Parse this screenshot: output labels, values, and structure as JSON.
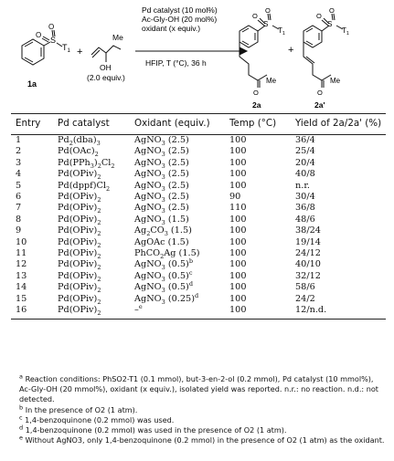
{
  "scheme": {
    "substrate1_label": "1a",
    "t1": "T",
    "t1_sub": "1",
    "so2_s": "S",
    "so2_o": "O",
    "me": "Me",
    "oh": "OH",
    "equiv_note": "(2.0 equiv.)",
    "plus": "+",
    "cond_line1": "Pd catalyst (10 mol%)",
    "cond_line2": "Ac-Gly-OH (20 mol%)",
    "cond_line3": "oxidant (x equiv.)",
    "cond_line4": "HFIP, T (°C), 36 h",
    "product1_label": "2a",
    "product2_label": "2a'"
  },
  "table": {
    "headers": [
      "Entry",
      "Pd catalyst",
      "Oxidant (equiv.)",
      "Temp (°C)",
      "Yield of 2a/2a' (%)"
    ],
    "rows": [
      [
        "1",
        "Pd2(dba)3",
        "AgNO3 (2.5)",
        "100",
        "36/4"
      ],
      [
        "2",
        "Pd(OAc)2",
        "AgNO3 (2.5)",
        "100",
        "25/4"
      ],
      [
        "3",
        "Pd(PPh3)2Cl2",
        "AgNO3 (2.5)",
        "100",
        "20/4"
      ],
      [
        "4",
        "Pd(OPiv)2",
        "AgNO3 (2.5)",
        "100",
        "40/8"
      ],
      [
        "5",
        "Pd(dppf)Cl2",
        "AgNO3 (2.5)",
        "100",
        "n.r."
      ],
      [
        "6",
        "Pd(OPiv)2",
        "AgNO3 (2.5)",
        "90",
        "30/4"
      ],
      [
        "7",
        "Pd(OPiv)2",
        "AgNO3 (2.5)",
        "110",
        "36/8"
      ],
      [
        "8",
        "Pd(OPiv)2",
        "AgNO3 (1.5)",
        "100",
        "48/6"
      ],
      [
        "9",
        "Pd(OPiv)2",
        "Ag2CO3 (1.5)",
        "100",
        "38/24"
      ],
      [
        "10",
        "Pd(OPiv)2",
        "AgOAc (1.5)",
        "100",
        "19/14"
      ],
      [
        "11",
        "Pd(OPiv)2",
        "PhCO2Ag (1.5)",
        "100",
        "24/12"
      ],
      [
        "12",
        "Pd(OPiv)2",
        "AgNO3 (0.5)b",
        "100",
        "40/10"
      ],
      [
        "13",
        "Pd(OPiv)2",
        "AgNO3 (0.5)c",
        "100",
        "32/12"
      ],
      [
        "14",
        "Pd(OPiv)2",
        "AgNO3 (0.5)d",
        "100",
        "58/6"
      ],
      [
        "15",
        "Pd(OPiv)2",
        "AgNO3 (0.25)d",
        "100",
        "24/2"
      ],
      [
        "16",
        "Pd(OPiv)2",
        "–e",
        "100",
        "12/n.d."
      ]
    ]
  },
  "notes": {
    "a": "Reaction conditions: PhSO2-T1 (0.1 mmol), but-3-en-2-ol (0.2 mmol), Pd catalyst (10 mmol%), Ac-Gly-OH (20 mmol%), oxidant (x equiv.), isolated yield was reported. n.r.: no reaction. n.d.: not detected.",
    "b": "In the presence of O2 (1 atm).",
    "c": "1,4-benzoquinone (0.2 mmol) was used.",
    "d": "1,4-benzoquinone (0.2 mmol) was used in the presence of O2 (1 atm).",
    "e": "Without AgNO3, only 1,4-benzoquinone (0.2 mmol) in the presence of O2 (1 atm) as the oxidant."
  }
}
